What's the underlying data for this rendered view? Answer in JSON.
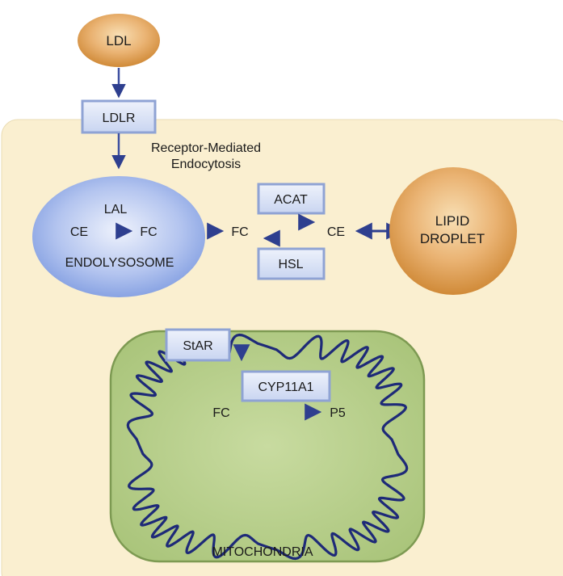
{
  "colors": {
    "cell_fill": "#faefd0",
    "orange_light": "#f6d7a8",
    "orange_dark": "#d08a38",
    "blue_light": "#e6ecfa",
    "blue_dark": "#7e9be0",
    "green_fill": "#b7cf87",
    "green_stroke": "#7d9a52",
    "arrow": "#2e3f8f",
    "membrane": "#1e2a78",
    "enzyme_box": "#d9e1f5",
    "enzyme_border": "#8fa3d4"
  },
  "nodes": {
    "ldl": "LDL",
    "ldlr": "LDLR",
    "endocytosis_line1": "Receptor-Mediated",
    "endocytosis_line2": "Endocytosis",
    "lal": "LAL",
    "lys_ce": "CE",
    "lys_fc": "FC",
    "endolysosome": "ENDOLYSOSOME",
    "cyto_fc": "FC",
    "cyto_ce": "CE",
    "acat": "ACAT",
    "hsl": "HSL",
    "lipid_droplet_line1": "LIPID",
    "lipid_droplet_line2": "DROPLET",
    "star": "StAR",
    "cyp11a1": "CYP11A1",
    "mito_fc": "FC",
    "p5": "P5",
    "mitochondria": "MITOCHONDRIA"
  }
}
